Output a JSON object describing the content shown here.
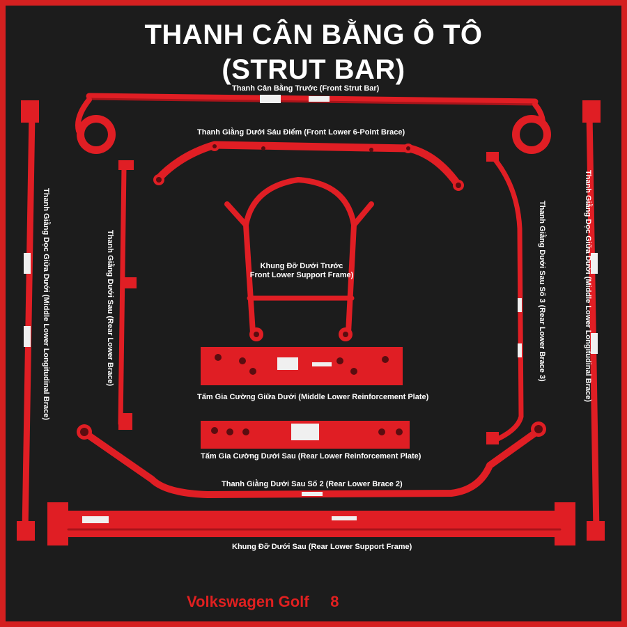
{
  "title": {
    "line1": "THANH CÂN BẰNG Ô TÔ",
    "line2": "(STRUT BAR)"
  },
  "labels": {
    "front_strut": "Thanh Cân Bằng Trước (Front Strut Bar)",
    "front_lower_6pt": "Thanh Giằng Dưới Sáu Điểm (Front Lower 6-Point Brace)",
    "front_support_vi": "Khung Đỡ Dưới Trước",
    "front_support_en": "Front Lower Support Frame)",
    "middle_plate": "Tấm Gia Cường Giữa Dưới (Middle Lower Reinforcement Plate)",
    "rear_plate": "Tấm Gia Cường Dưới Sau (Rear Lower Reinforcement Plate)",
    "rear_brace2": "Thanh Giằng Dưới Sau Số 2 (Rear Lower Brace 2)",
    "rear_support": "Khung Đỡ Dưới Sau (Rear Lower Support Frame)",
    "left_long": "Thanh Giằng Dọc Giữa Dưới (Middle Lower Longitudinal Brace)",
    "rear_lower": "Thanh Giằng Dưới Sau (Rear Lower Brace)",
    "rear_brace3": "Thanh Giằng Dưới Sau Số 3 (Rear Lower Brace 3)",
    "right_long": "Thanh Giằng Dọc Giữa Dưới (Middle Lower Longitudinal Brace)"
  },
  "footer": {
    "model": "Volkswagen Golf",
    "number": "8"
  },
  "colors": {
    "accent": "#e01e24",
    "border": "#d42020",
    "background": "#1c1c1c"
  }
}
